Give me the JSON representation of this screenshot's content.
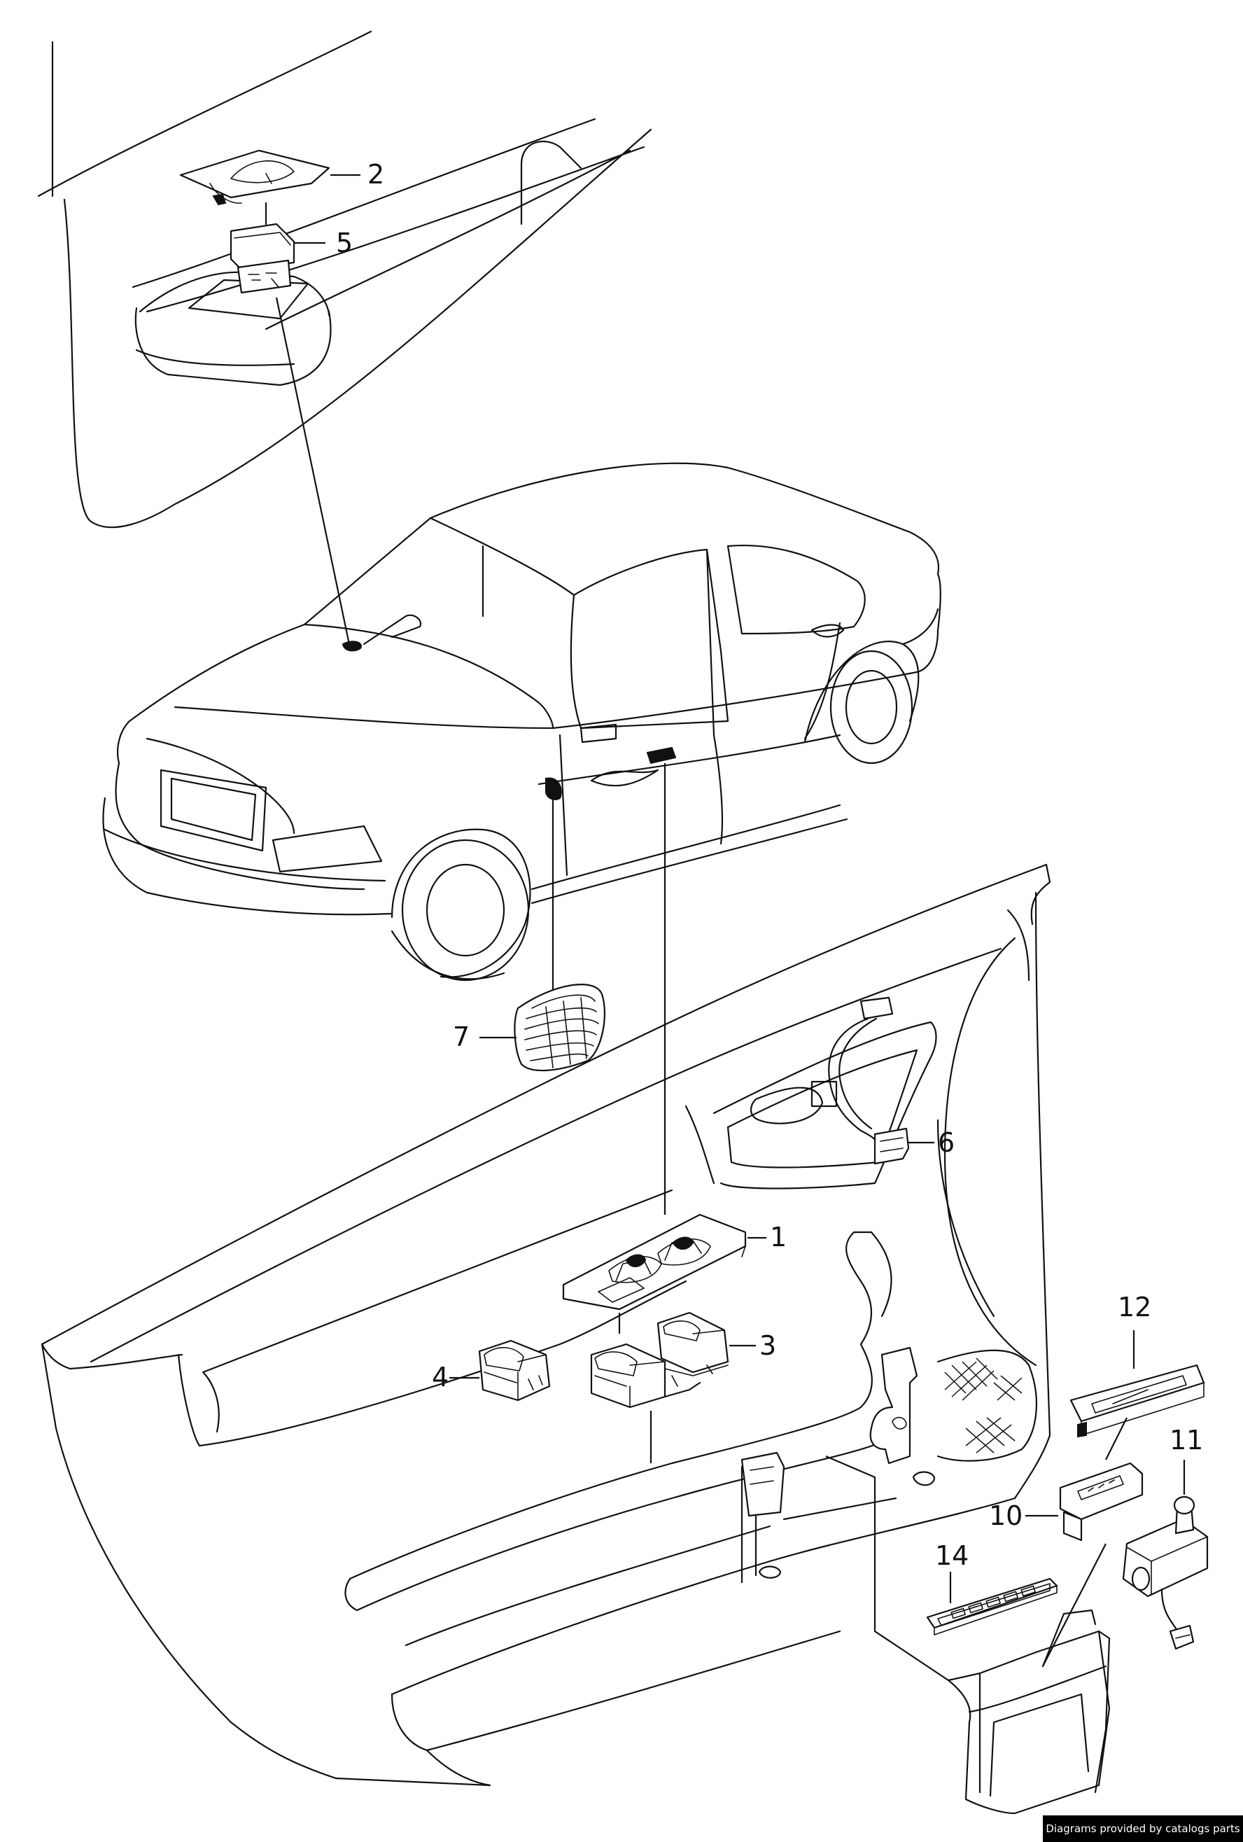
{
  "callouts": {
    "p1": "1",
    "p2": "2",
    "p3": "3",
    "p4": "4",
    "p5": "5",
    "p6": "6",
    "p7": "7",
    "p10": "10",
    "p11": "11",
    "p12": "12",
    "p14": "14"
  },
  "credit": "Diagrams provided by catalogs parts"
}
